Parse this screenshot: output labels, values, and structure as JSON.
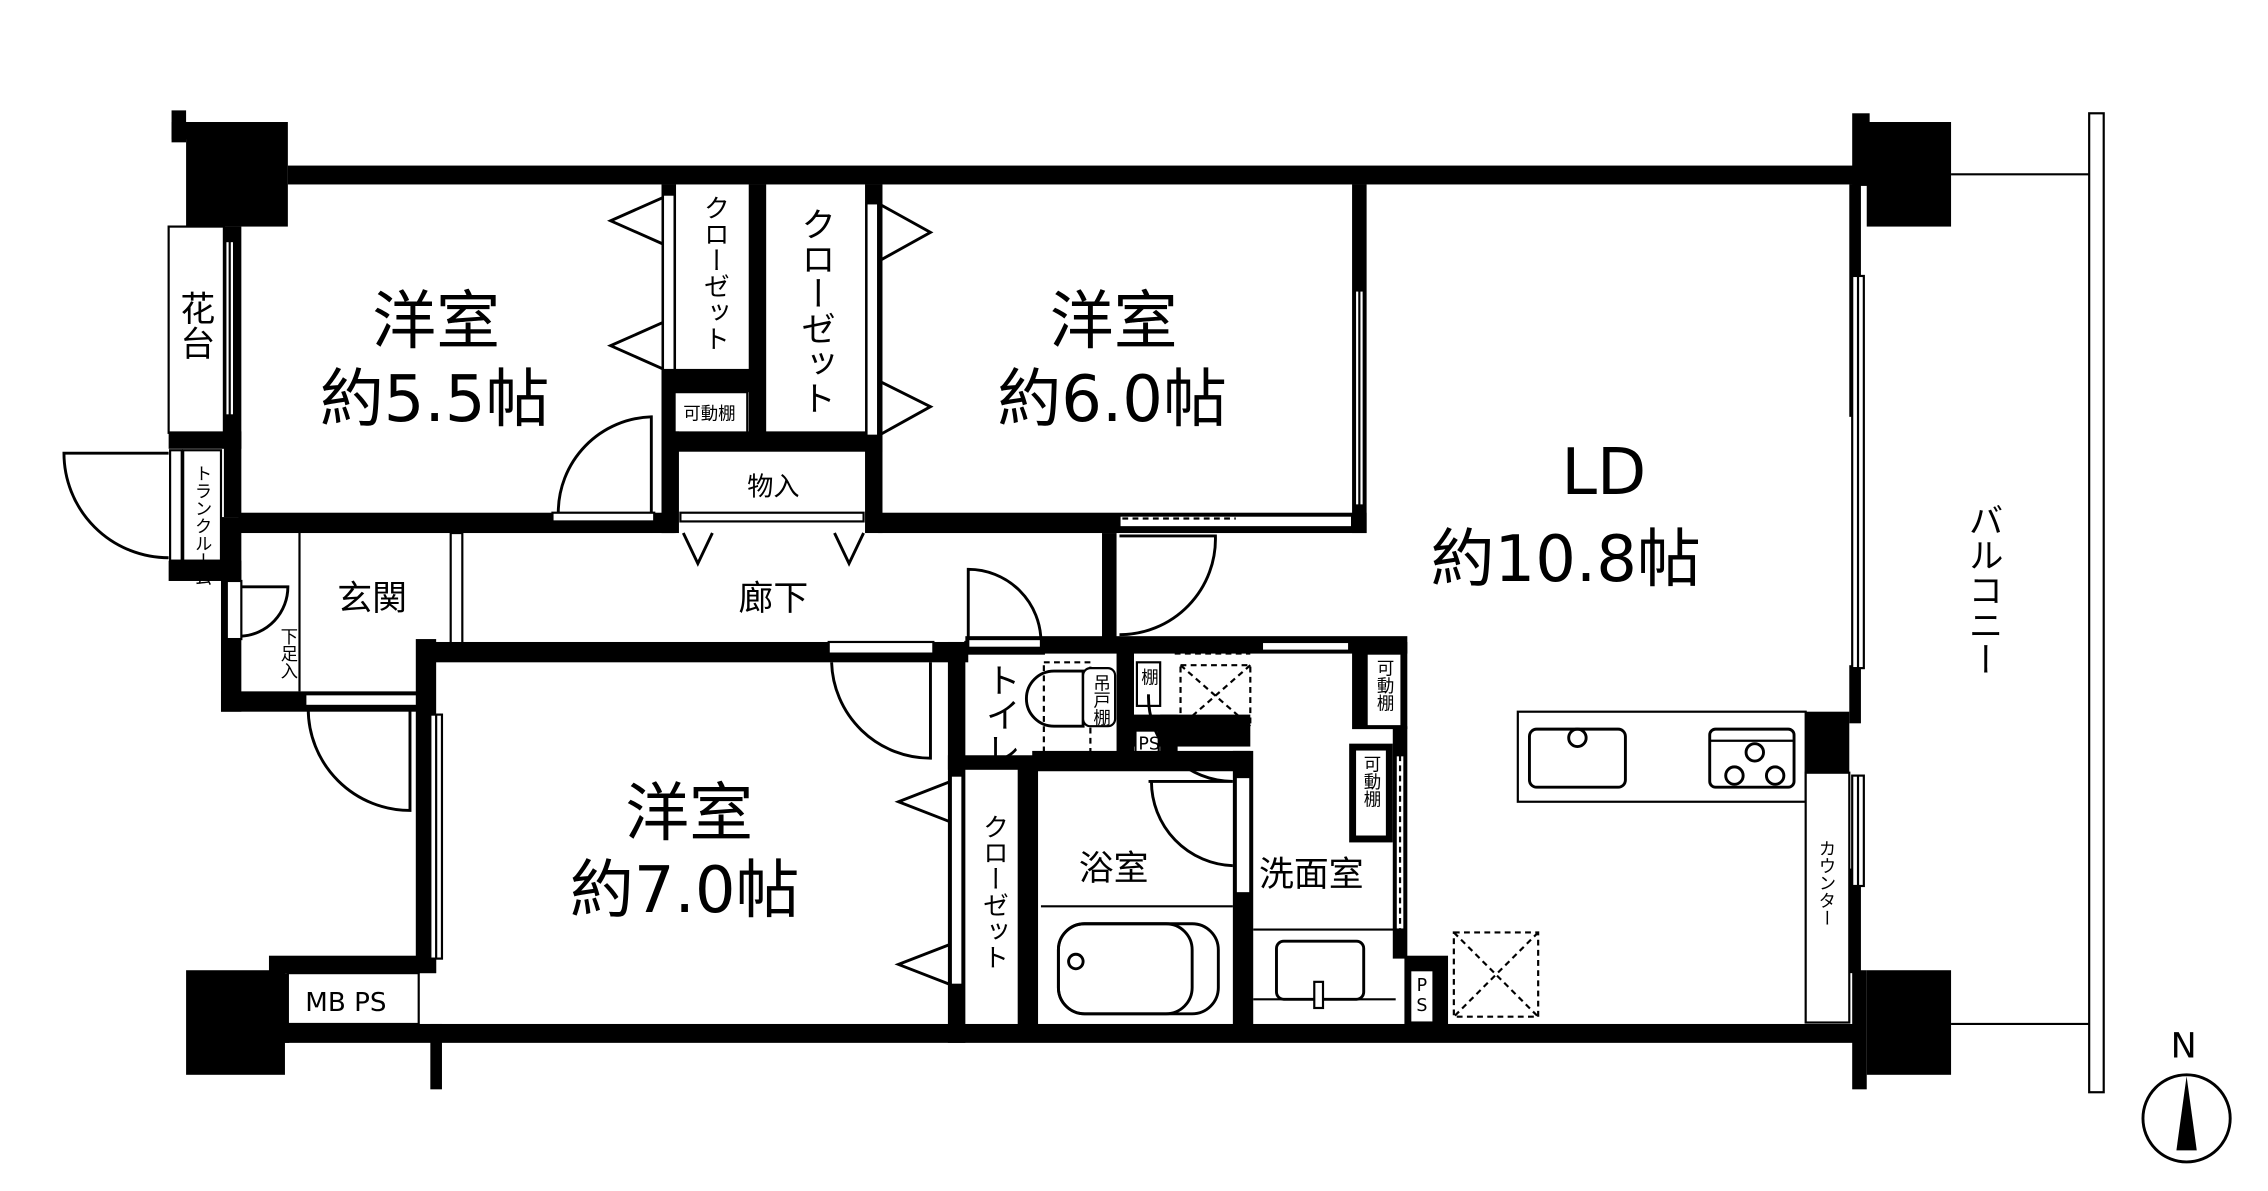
{
  "floorplan": {
    "rooms": {
      "western_room_1": {
        "name": "洋室",
        "size": "約5.5帖"
      },
      "western_room_2": {
        "name": "洋室",
        "size": "約6.0帖"
      },
      "western_room_3": {
        "name": "洋室",
        "size": "約7.0帖"
      },
      "living_dining": {
        "name": "LD",
        "size": "約10.8帖"
      },
      "entrance": "玄関",
      "hallway": "廊下",
      "toilet": "トイレ",
      "bathroom": "浴室",
      "washroom": "洗面室",
      "balcony": "バルコニー"
    },
    "storage": {
      "closet_1": "クローゼット",
      "closet_2": "クローゼット",
      "closet_3": "クローゼット",
      "adjustable_shelf_1": "可動棚",
      "adjustable_shelf_2": "可動棚",
      "adjustable_shelf_3": "可動棚",
      "storage_closet": "物入",
      "flower_stand": "花台",
      "trunk_room": "トランクルーム",
      "shoe_box": "下足入",
      "hanging_cabinet": "吊戸棚",
      "shelf": "棚",
      "counter": "カウンター"
    },
    "utilities": {
      "mb_ps": "MB PS",
      "ps_1": "PS",
      "ps_2": "PS"
    },
    "compass": {
      "label": "N"
    }
  }
}
